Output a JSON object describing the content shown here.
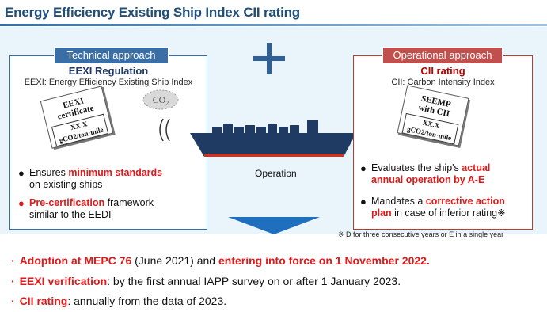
{
  "title": "Energy Efficiency Existing Ship Index CII rating",
  "plus_icon": "plus-icon",
  "technical": {
    "tab": "Technical approach",
    "regulation": "EEXI Regulation",
    "subtitle": "EEXI: Energy Efficiency Existing Ship Index",
    "certificate": {
      "line1": "EEXI",
      "line2": "certificate",
      "value": "XX.X gCO2/ton·mile"
    },
    "co2_label": "CO₂",
    "bullets": [
      {
        "pre": "Ensures ",
        "red": "minimum standards",
        "post": "",
        "line2": "on existing ships"
      },
      {
        "pre": "",
        "red": "Pre-certification",
        "post": " framework",
        "line2": "similar to the EEDI"
      }
    ]
  },
  "operation_label": "Operation",
  "operational": {
    "tab": "Operational approach",
    "regulation": "CII rating",
    "subtitle": "CII: Carbon Intensity Index",
    "certificate": {
      "line1": "SEEMP",
      "line2": "with CII",
      "value": "XX.X gCO2/ton·mile"
    },
    "bullets": [
      {
        "pre": "Evaluates the ship's ",
        "red": "actual",
        "line2_red": "annual operation by A-E",
        "line2_post": ""
      },
      {
        "pre": "Mandates a ",
        "red": "corrective action",
        "line2_red": "plan",
        "line2_post": " in case of inferior rating※"
      }
    ]
  },
  "footnote": "※ D for three consecutive years or E in a single year",
  "bottom": [
    {
      "marker": "·",
      "red1": "Adoption at MEPC 76",
      "mid": " (June 2021) and ",
      "red2": "entering into force on 1 November 2022.",
      "rest": ""
    },
    {
      "marker": "·",
      "red1": "EEXI verification",
      "mid": ": by the first annual IAPP survey on or after 1 January 2023.",
      "red2": "",
      "rest": ""
    },
    {
      "marker": "·",
      "red1": "CII rating",
      "mid": ": annually from the data of 2023.",
      "red2": "",
      "rest": ""
    }
  ],
  "colors": {
    "brand_blue": "#1f4e79",
    "accent_red": "#e01a1a",
    "oper_red": "#c0504d",
    "tech_blue": "#3a6ea5",
    "ship": "#1f3b63"
  }
}
